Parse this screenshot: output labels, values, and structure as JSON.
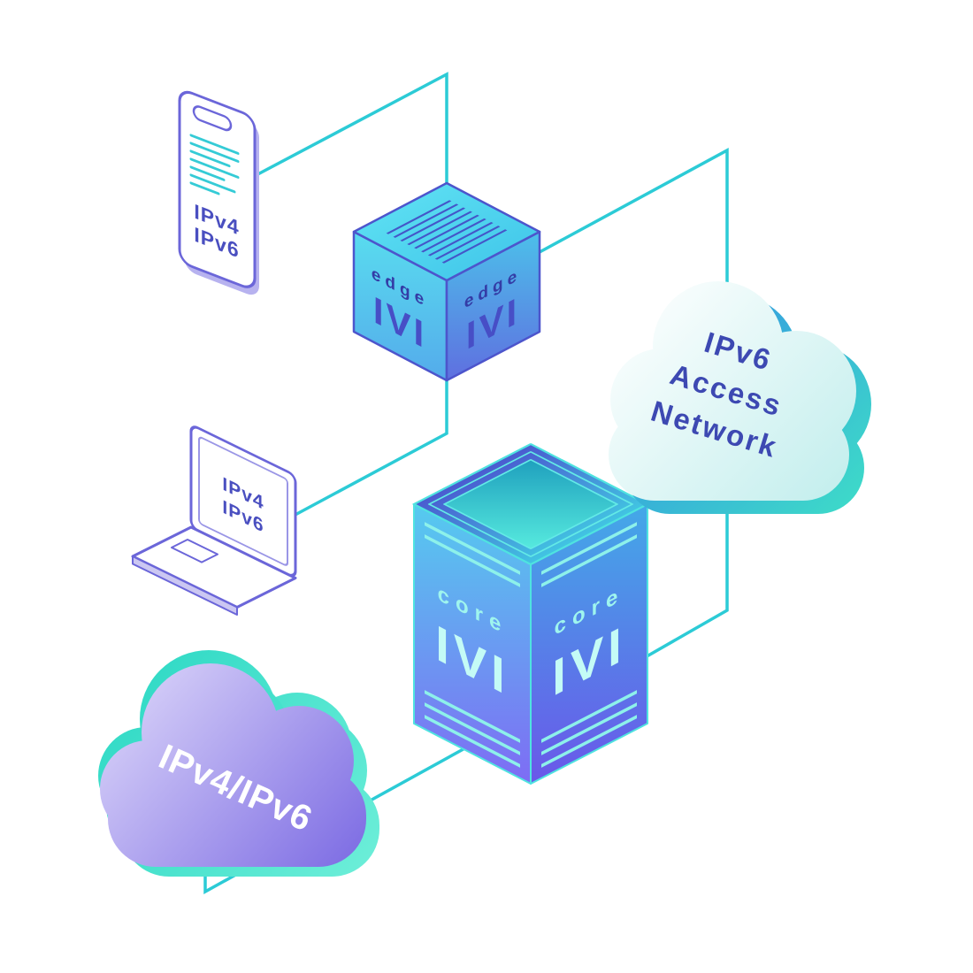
{
  "scene": {
    "background": "#FFFFFF",
    "connector_color": "#2CCBD6",
    "outline_purple": "#6B66D9",
    "label_indigo": "#4A4FC0",
    "cube_text_dark": "#343CA6",
    "tower_text_aqua": "#9FF5EE"
  },
  "phone": {
    "labels": [
      "IPv4",
      "IPv6"
    ]
  },
  "laptop": {
    "labels": [
      "IPv4",
      "IPv6"
    ]
  },
  "edge_cube": {
    "left_face": {
      "title": "edge",
      "value": "IVI"
    },
    "right_face": {
      "title": "edge",
      "value": "IVI"
    }
  },
  "core_tower": {
    "left_face": {
      "title": "core",
      "value": "IVI"
    },
    "right_face": {
      "title": "core",
      "value": "IVI"
    }
  },
  "access_cloud": {
    "lines": [
      "IPv6",
      "Access",
      "Network"
    ],
    "text_color": "#3D49B2"
  },
  "dual_stack_cloud": {
    "label": "IPv4/IPv6",
    "text_color": "#FFFFFF"
  }
}
